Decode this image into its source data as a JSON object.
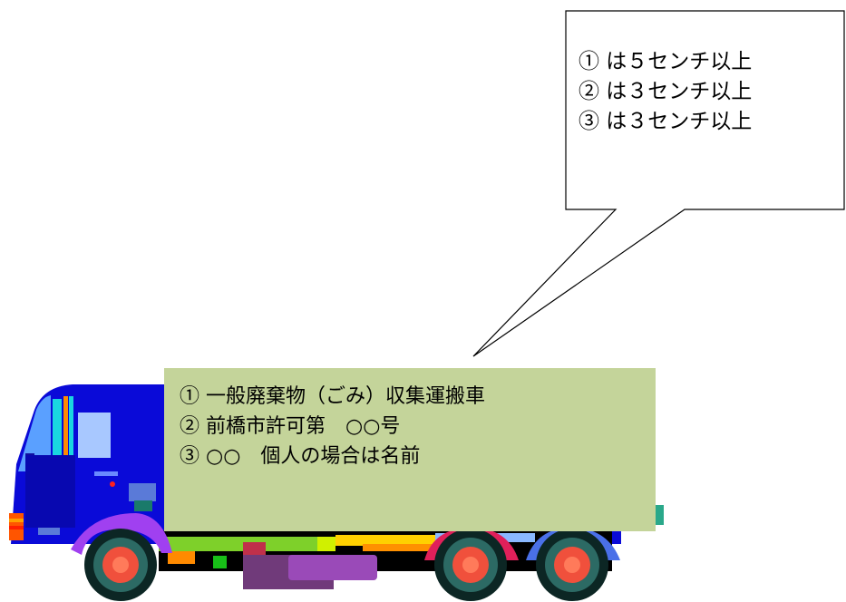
{
  "callout": {
    "lines": [
      "① は５センチ以上",
      "② は３センチ以上",
      "③ は３センチ以上"
    ]
  },
  "sign": {
    "lines": [
      "① 一般廃棄物（ごみ）収集運搬車",
      "② 前橋市許可第　○○号",
      "③ ○○　個人の場合は名前"
    ]
  },
  "colors": {
    "cab_blue": "#0a0ad8",
    "sign_green": "#c4d49a",
    "wheel_red": "#f0503c",
    "tire_dark": "#1f4d4a"
  }
}
